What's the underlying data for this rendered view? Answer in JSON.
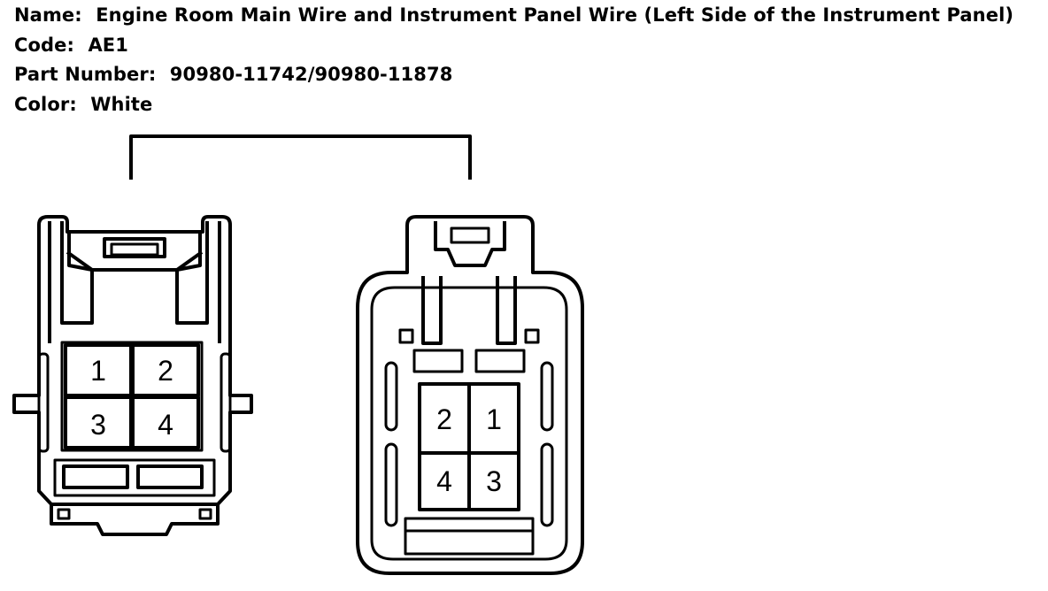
{
  "info": {
    "name_label": "Name:",
    "name_value": "Engine Room Main Wire and Instrument Panel Wire (Left Side of the Instrument Panel)",
    "code_label": "Code:",
    "code_value": "AE1",
    "part_label": "Part Number:",
    "part_value": "90980-11742/90980-11878",
    "color_label": "Color:",
    "color_value": "White"
  },
  "left_connector": {
    "pins": [
      "1",
      "2",
      "3",
      "4"
    ]
  },
  "right_connector": {
    "pins": [
      "2",
      "1",
      "4",
      "3"
    ]
  }
}
